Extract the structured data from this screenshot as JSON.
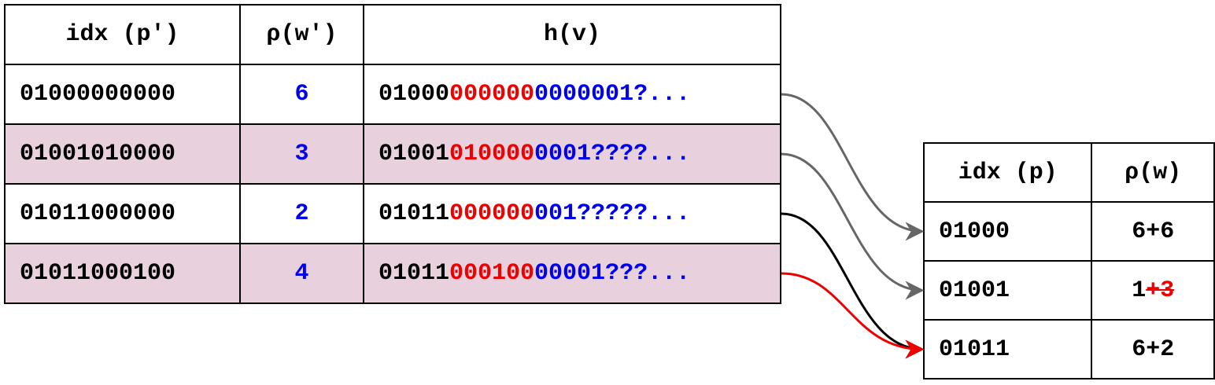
{
  "left_table": {
    "headers": [
      "idx (p′)",
      "ρ(w′)",
      "h(v)"
    ],
    "rows": [
      {
        "idx": "01000000000",
        "rho": "6",
        "shaded": false,
        "hv": [
          {
            "t": "01000",
            "c": "black"
          },
          {
            "t": "000000",
            "c": "red"
          },
          {
            "t": "0000001?...",
            "c": "blue"
          }
        ]
      },
      {
        "idx": "01001010000",
        "rho": "3",
        "shaded": true,
        "hv": [
          {
            "t": "01001",
            "c": "black"
          },
          {
            "t": "010000",
            "c": "red"
          },
          {
            "t": "0001????...",
            "c": "blue"
          }
        ]
      },
      {
        "idx": "01011000000",
        "rho": "2",
        "shaded": false,
        "hv": [
          {
            "t": "01011",
            "c": "black"
          },
          {
            "t": "000000",
            "c": "red"
          },
          {
            "t": "001?????...",
            "c": "blue"
          }
        ]
      },
      {
        "idx": "01011000100",
        "rho": "4",
        "shaded": true,
        "hv": [
          {
            "t": "01011",
            "c": "black"
          },
          {
            "t": "000100",
            "c": "red"
          },
          {
            "t": "00001???...",
            "c": "blue"
          }
        ]
      }
    ]
  },
  "right_table": {
    "headers": [
      "idx (p)",
      "ρ(w)"
    ],
    "rows": [
      {
        "idx": "01000",
        "rho": [
          {
            "t": "6+6",
            "c": "black",
            "strike": false
          }
        ]
      },
      {
        "idx": "01001",
        "rho": [
          {
            "t": "1",
            "c": "black",
            "strike": false
          },
          {
            "t": "+3",
            "c": "red",
            "strike": true
          }
        ]
      },
      {
        "idx": "01011",
        "rho": [
          {
            "t": "6+2",
            "c": "black",
            "strike": false
          }
        ]
      }
    ]
  },
  "colors": {
    "arrow_gray": "#666666",
    "arrow_black": "#000000",
    "arrow_red": "#ee0000",
    "shade": "#e8d1dc"
  },
  "arrows": [
    {
      "from_row": 0,
      "to_row": 0,
      "color": "gray"
    },
    {
      "from_row": 1,
      "to_row": 1,
      "color": "gray"
    },
    {
      "from_row": 2,
      "to_row": 2,
      "color": "black"
    },
    {
      "from_row": 3,
      "to_row": 2,
      "color": "red"
    }
  ]
}
